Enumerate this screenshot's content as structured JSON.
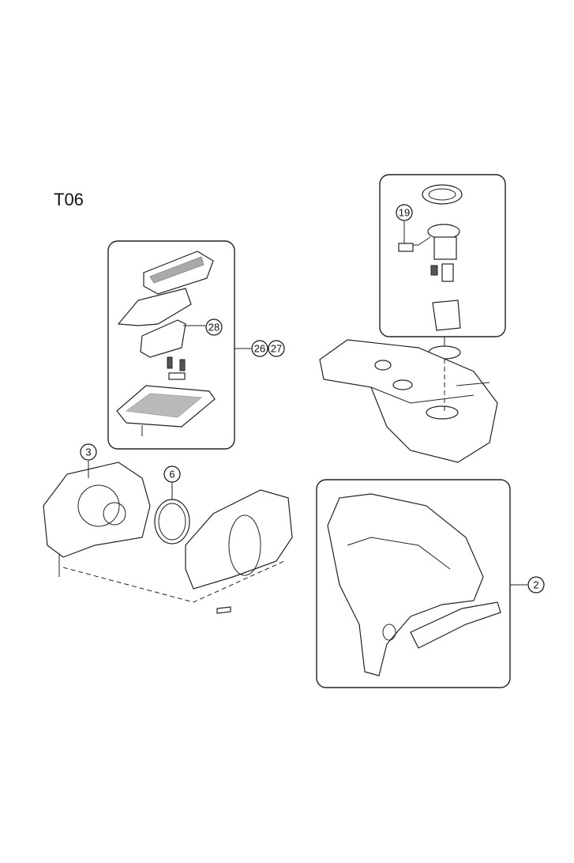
{
  "diagram": {
    "code": "T06",
    "callouts": {
      "fuel_pump_sender": "19",
      "console_part": "28",
      "console_assembly_a": "26",
      "console_assembly_b": "27",
      "cluster_housing": "3",
      "cluster_lens": "6",
      "trim_panel": "2"
    }
  }
}
